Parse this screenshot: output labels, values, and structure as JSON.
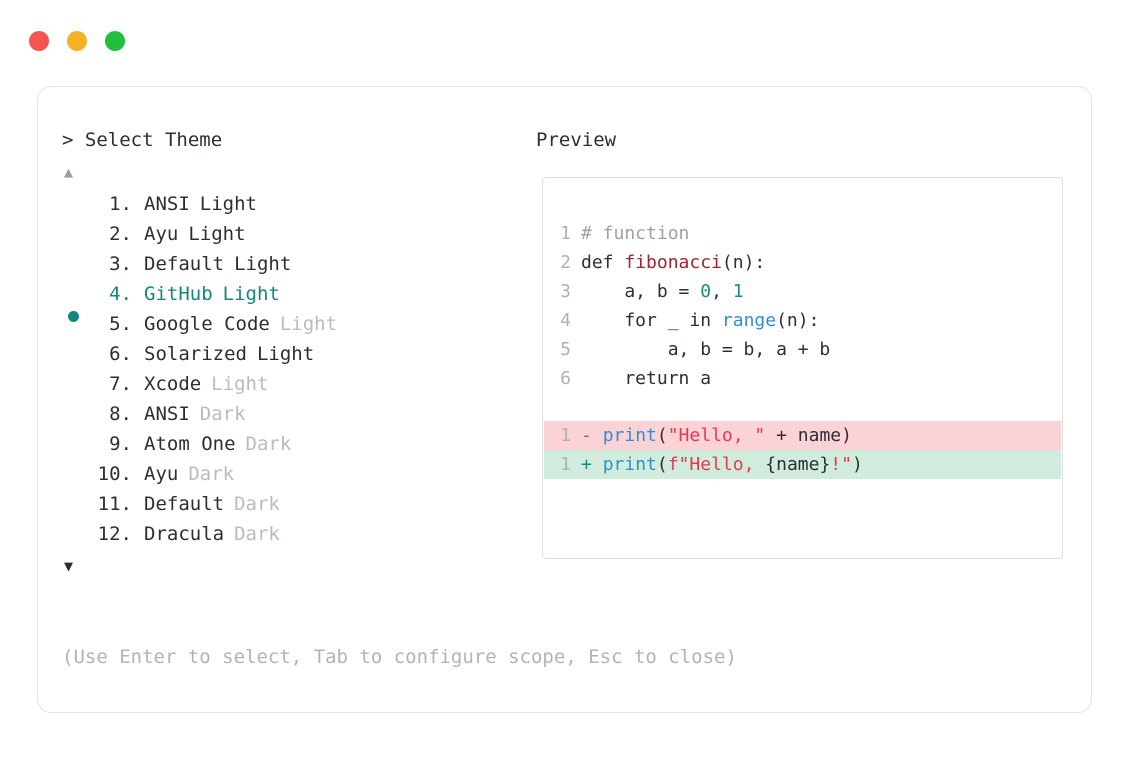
{
  "window": {
    "traffic_lights": [
      {
        "name": "close",
        "color": "#f4554f"
      },
      {
        "name": "minimize",
        "color": "#f5b324"
      },
      {
        "name": "zoom",
        "color": "#22be3e"
      }
    ]
  },
  "left": {
    "title": "> Select Theme",
    "scroll_up_icon": "▲",
    "scroll_down_icon": "▼",
    "themes": [
      {
        "index": "1.",
        "name": "ANSI",
        "variant": "Light",
        "variant_muted": false,
        "selected": false
      },
      {
        "index": "2.",
        "name": "Ayu",
        "variant": "Light",
        "variant_muted": false,
        "selected": false
      },
      {
        "index": "3.",
        "name": "Default",
        "variant": "Light",
        "variant_muted": false,
        "selected": false
      },
      {
        "index": "4.",
        "name": "GitHub",
        "variant": "Light",
        "variant_muted": false,
        "selected": true
      },
      {
        "index": "5.",
        "name": "Google Code",
        "variant": "Light",
        "variant_muted": true,
        "selected": false
      },
      {
        "index": "6.",
        "name": "Solarized",
        "variant": "Light",
        "variant_muted": false,
        "selected": false
      },
      {
        "index": "7.",
        "name": "Xcode",
        "variant": "Light",
        "variant_muted": true,
        "selected": false
      },
      {
        "index": "8.",
        "name": "ANSI",
        "variant": "Dark",
        "variant_muted": true,
        "selected": false
      },
      {
        "index": "9.",
        "name": "Atom One",
        "variant": "Dark",
        "variant_muted": true,
        "selected": false
      },
      {
        "index": "10.",
        "name": "Ayu",
        "variant": "Dark",
        "variant_muted": true,
        "selected": false
      },
      {
        "index": "11.",
        "name": "Default",
        "variant": "Dark",
        "variant_muted": true,
        "selected": false
      },
      {
        "index": "12.",
        "name": "Dracula",
        "variant": "Dark",
        "variant_muted": true,
        "selected": false
      }
    ],
    "hint": "(Use Enter to select, Tab to configure scope, Esc to close)"
  },
  "preview": {
    "title": "Preview",
    "code_lines": [
      {
        "num": "1",
        "tokens": [
          {
            "t": "# function",
            "c": "tok-comment"
          }
        ]
      },
      {
        "num": "2",
        "tokens": [
          {
            "t": "def ",
            "c": "tok-kw"
          },
          {
            "t": "fibonacci",
            "c": "tok-fn"
          },
          {
            "t": "(n):",
            "c": "tok-plain"
          }
        ]
      },
      {
        "num": "3",
        "tokens": [
          {
            "t": "    a, b = ",
            "c": "tok-plain"
          },
          {
            "t": "0",
            "c": "tok-num"
          },
          {
            "t": ", ",
            "c": "tok-plain"
          },
          {
            "t": "1",
            "c": "tok-num"
          }
        ]
      },
      {
        "num": "4",
        "tokens": [
          {
            "t": "    for _ in ",
            "c": "tok-plain"
          },
          {
            "t": "range",
            "c": "tok-builtin"
          },
          {
            "t": "(n):",
            "c": "tok-plain"
          }
        ]
      },
      {
        "num": "5",
        "tokens": [
          {
            "t": "        a, b = b, a + b",
            "c": "tok-plain"
          }
        ]
      },
      {
        "num": "6",
        "tokens": [
          {
            "t": "    return a",
            "c": "tok-plain"
          }
        ]
      }
    ],
    "diff_lines": [
      {
        "num": "1",
        "kind": "del",
        "mark": "-",
        "tokens": [
          {
            "t": "print",
            "c": "tok-print"
          },
          {
            "t": "(",
            "c": "tok-plain"
          },
          {
            "t": "\"Hello, \"",
            "c": "tok-str"
          },
          {
            "t": " + name)",
            "c": "tok-plain"
          }
        ]
      },
      {
        "num": "1",
        "kind": "add",
        "mark": "+",
        "tokens": [
          {
            "t": "print",
            "c": "tok-print"
          },
          {
            "t": "(",
            "c": "tok-plain"
          },
          {
            "t": "f\"Hello, ",
            "c": "tok-str"
          },
          {
            "t": "{name}",
            "c": "tok-plain"
          },
          {
            "t": "!\"",
            "c": "tok-str"
          },
          {
            "t": ")",
            "c": "tok-plain"
          }
        ]
      }
    ]
  }
}
